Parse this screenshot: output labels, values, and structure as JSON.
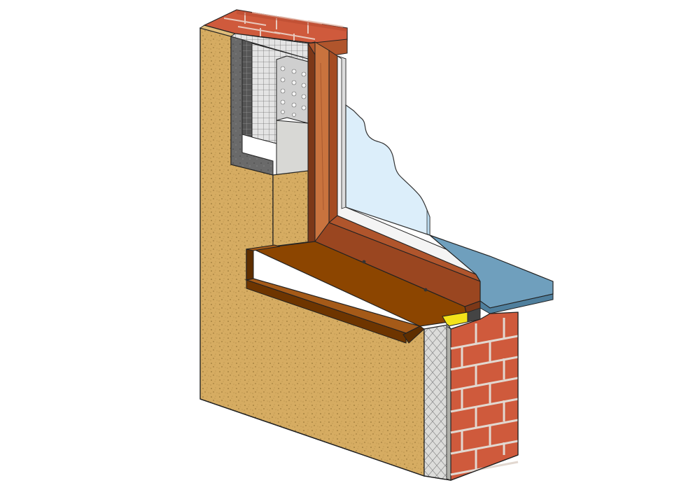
{
  "diagram": {
    "kind": "isometric cross-section of a window sill in an insulated masonry wall",
    "components": [
      "render-plaster-wall",
      "exterior-insulation-block",
      "reinforcement-mesh",
      "corner-profile",
      "brick-lintel",
      "window-frame",
      "glass-pane",
      "exterior-sill",
      "interior-window-board",
      "expansion-tape",
      "insulation-layer",
      "brick-wall"
    ],
    "palette": {
      "render": "#d6ac62",
      "render_dark": "#b88e48",
      "render_speck": "#8a6a2c",
      "brick": "#cf5a3c",
      "brick_dark": "#a9402a",
      "mortar": "#d9d2c8",
      "frame": "#b0552c",
      "frame_dark": "#7c3818",
      "frame_light": "#c9733e",
      "sill": "#8c4500",
      "sill_dark": "#5e2e00",
      "sill_top": "#a55a18",
      "window_board": "#6f9fbd",
      "window_board_side": "#4f7f9d",
      "glass": "#dceefa",
      "insulation": "#d9d9d6",
      "insulation_dark": "#bdbdb8",
      "mesh": "#8e8e8e",
      "tape": "#f3e21a",
      "outline": "#222222"
    }
  }
}
